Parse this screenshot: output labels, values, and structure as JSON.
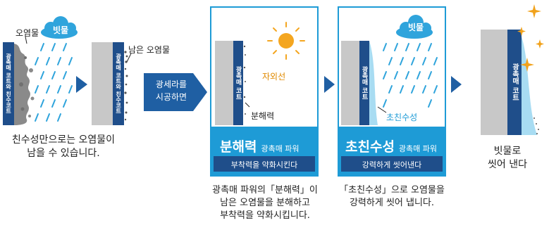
{
  "colors": {
    "teal": "#1e9bd6",
    "navy": "#1f4e8a",
    "rain": "#2fa4dc",
    "cloud": "#2fa4dc",
    "arrow": "#1f5fa3",
    "gray_wall": "#c8c8c8",
    "dirt": "#8a8a8a",
    "sun": "#f4a620",
    "uv_text": "#e08a00",
    "film": "#a8dcf2",
    "sparkle": "#f1a21b"
  },
  "step1": {
    "cloud_label": "빗물",
    "dirt_callout": "오염물",
    "coat_label": "광촉매 코트와 친수코트",
    "caption_line1": "친수성만으로는 오염물이",
    "caption_line2": "남을 수 있습니다."
  },
  "step2": {
    "coat_label": "광촉매 코트와 친수코트",
    "dirt_callout": "남은 오염물"
  },
  "arrow_box": {
    "line1": "광세라를",
    "line2": "시공하면"
  },
  "step3": {
    "coat_label": "광촉매 코트",
    "uv_label": "자외선",
    "decompose_label": "분해력",
    "title": "분해력",
    "title_sub": "광촉매 파워",
    "subtitle": "부착력을 약화시킨다",
    "caption_line1": "광촉매 파워의「분해력」이",
    "caption_line2": "남은 오염물을 분해하고",
    "caption_line3": "부착력을 약화시킵니다."
  },
  "step4": {
    "cloud_label": "빗물",
    "coat_label": "광촉매 코트",
    "hydro_label": "초친수성",
    "title": "초친수성",
    "title_sub": "광촉매 파워",
    "subtitle": "강력하게 씻어낸다",
    "caption_line1": "「초친수성」으로 오염물을",
    "caption_line2": "강력하게 씻어 냅니다."
  },
  "step5": {
    "coat_label": "광촉매 코트",
    "caption_line1": "빗물로",
    "caption_line2": "씻어 낸다"
  }
}
